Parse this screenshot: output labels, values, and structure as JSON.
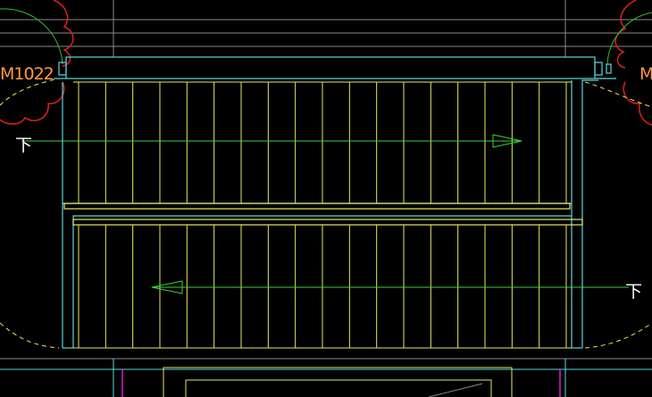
{
  "drawing": {
    "door_label_left": "M1022",
    "door_label_right": "M",
    "down_label_upper": "下",
    "down_label_lower": "下"
  },
  "colors": {
    "background": "#000000",
    "wall": "#5fd6e0",
    "tread": "#e8e85a",
    "arrow": "#3ad23a",
    "door_swing": "#e02020",
    "door_arc": "#2fbf2f",
    "text_tag": "#ff9a3c",
    "text_white": "#ffffff",
    "grid_line": "#8a8a8a",
    "magenta": "#d020d0"
  },
  "stair": {
    "upper_flight_treads": 18,
    "lower_flight_treads": 18,
    "upper_direction": "right",
    "lower_direction": "left"
  }
}
